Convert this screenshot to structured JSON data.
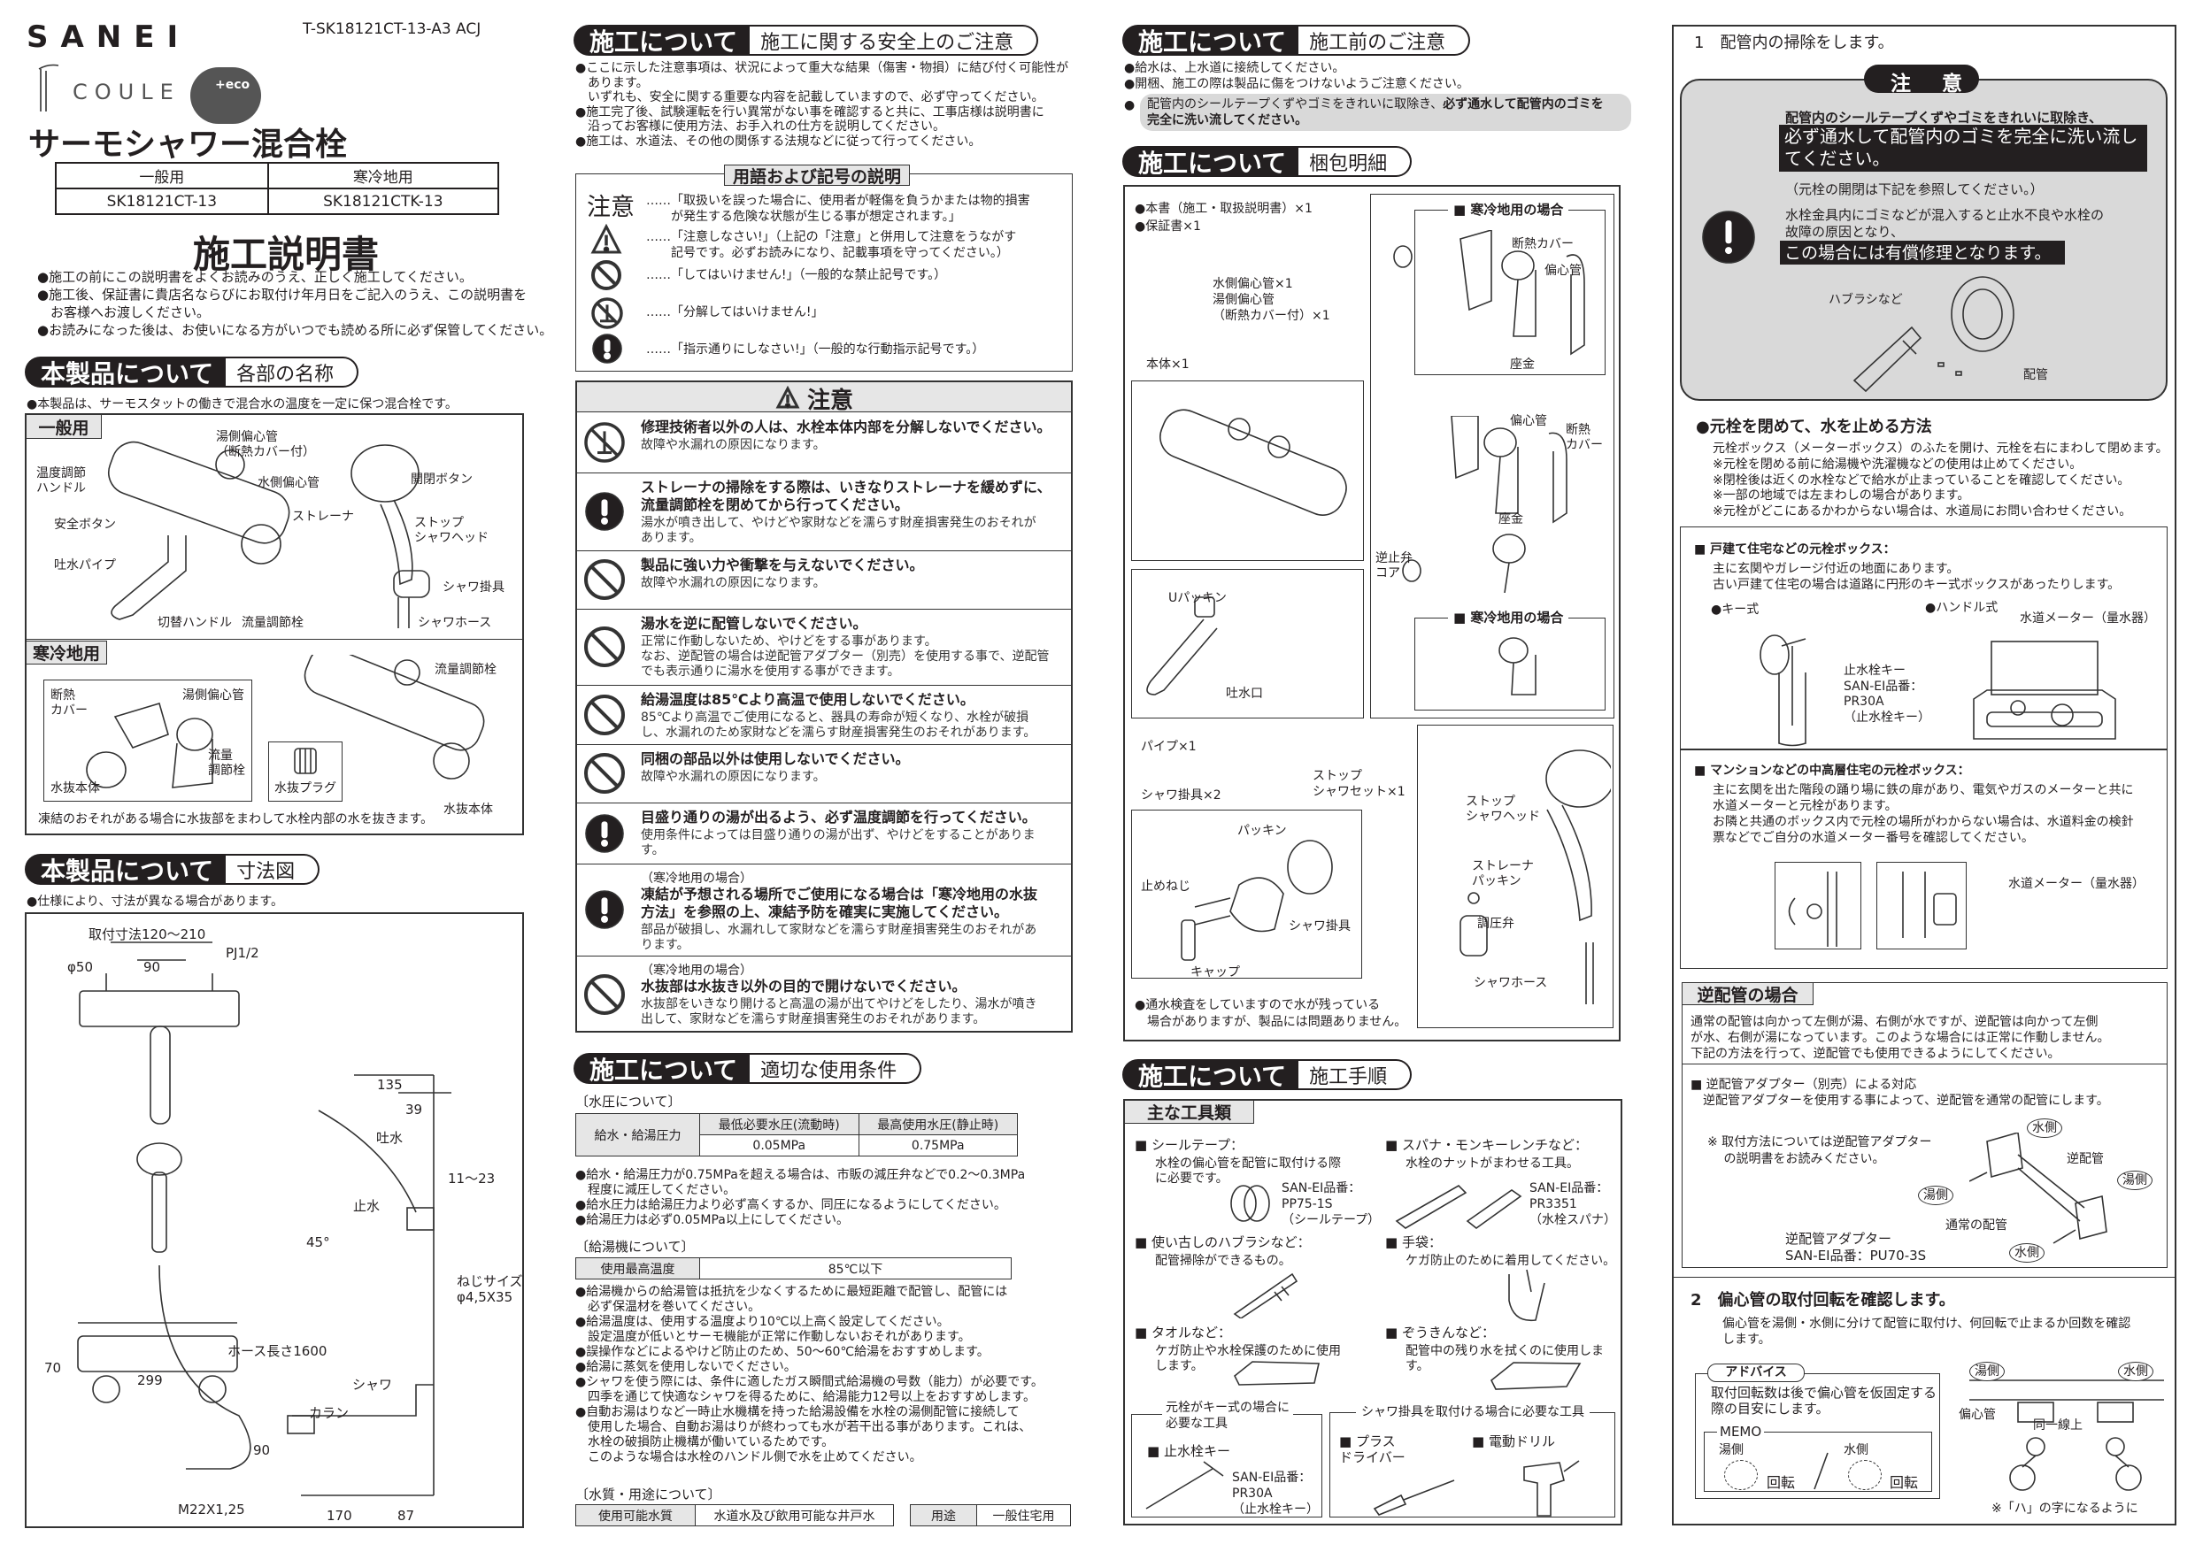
{
  "header": {
    "brand": "SANEI",
    "doc_code": "T-SK18121CT-13-A3 ACJ",
    "series_logo": "COULE",
    "eco_badge": "+eco",
    "product_title": "サーモシャワー混合栓",
    "doc_title": "施工説明書",
    "models": {
      "headers": [
        "一般用",
        "寒冷地用"
      ],
      "values": [
        "SK18121CT-13",
        "SK18121CTK-13"
      ]
    },
    "intro": [
      "●施工の前にこの説明書をよくお読みのうえ、正しく施工してください。",
      "●施工後、保証書に貴店名ならびにお取付け年月日をご記入のうえ、この説明書を",
      "　お客様へお渡しください。",
      "●お読みになった後は、お使いになる方がいつでも読める所に必ず保管してください。"
    ]
  },
  "parts": {
    "sec_k": "本製品について",
    "sec_v": "各部の名称",
    "note": "●本製品は、サーモスタットの働きで混合水の温度を一定に保つ混合栓です。",
    "general_tab": "一般用",
    "general_labels": [
      "湯側偏心管",
      "（断熱カバー付）",
      "温度調節",
      "ハンドル",
      "水側偏心管",
      "開閉ボタン",
      "安全ボタン",
      "ストレーナ",
      "ストップ",
      "シャワヘッド",
      "吐水パイプ",
      "シャワ掛具",
      "切替ハンドル",
      "流量調節栓",
      "シャワホース"
    ],
    "cold_tab": "寒冷地用",
    "cold_labels": [
      "断熱",
      "カバー",
      "湯側偏心管",
      "流量調節栓",
      "流量",
      "調節栓",
      "水抜本体",
      "水抜プラグ",
      "水抜本体"
    ],
    "cold_note": "凍結のおそれがある場合に水抜部をまわして水栓内部の水を抜きます。"
  },
  "dims": {
    "sec_k": "本製品について",
    "sec_v": "寸法図",
    "note": "●仕様により、寸法が異なる場合があります。",
    "labels": {
      "mount": "取付寸法120～210",
      "phi50": "φ50",
      "d90": "90",
      "pj": "PJ1/2",
      "d135": "135",
      "d39": "39",
      "spout": "吐水",
      "range": "11～23",
      "stop": "止水",
      "angle": "45°",
      "screw1": "ねじサイズ",
      "screw2": "φ4,5X35",
      "hose": "ホース長さ1600",
      "d70": "70",
      "d299": "299",
      "shower": "シャワ",
      "karan": "カラン",
      "d90v": "90",
      "thread": "M22X1,25",
      "d170": "170",
      "d87": "87"
    }
  },
  "safety": {
    "sec_k": "施工について",
    "sec_v": "施工に関する安全上のご注意",
    "intro": [
      "●ここに示した注意事項は、状況によって重大な結果（傷害・物損）に結び付く可能性が",
      "　あります。",
      "　いずれも、安全に関する重要な内容を記載していますので、必ず守ってください。",
      "●施工完了後、試験運転を行い異常がない事を確認すると共に、工事店様は説明書に",
      "　沿ってお客様に使用方法、お手入れの仕方を説明してください。",
      "●施工は、水道法、その他の関係する法規などに従って行ってください。"
    ],
    "legend_title": "用語および記号の説明",
    "legend_word": "注意",
    "legend": [
      [
        "……「取扱いを誤った場合に、使用者が軽傷を負うかまたは物的損害",
        "　　が発生する危険な状態が生じる事が想定されます。」"
      ],
      [
        "……「注意しなさい!」（上記の「注意」と併用して注意をうながす",
        "　　記号です。必ずお読みになり、記載事項を守ってください。）"
      ],
      [
        "……「してはいけません!」（一般的な禁止記号です。）"
      ],
      [
        "……「分解してはいけません!」"
      ],
      [
        "……「指示通りにしなさい!」（一般的な行動指示記号です。）"
      ]
    ],
    "caution_title": "注意",
    "items": [
      {
        "icon": "no-disassembly",
        "pre": "",
        "title": [
          "修理技術者以外の人は、水栓本体内部を分解しないでください。"
        ],
        "body": [
          "故障や水漏れの原因になります。"
        ]
      },
      {
        "icon": "mandatory",
        "pre": "",
        "title": [
          "ストレーナの掃除をする際は、いきなりストレーナを緩めずに、",
          "流量調節栓を閉めてから行ってください。"
        ],
        "body": [
          "湯水が噴き出して、やけどや家財などを濡らす財産損害発生のおそれが",
          "あります。"
        ]
      },
      {
        "icon": "prohibited",
        "pre": "",
        "title": [
          "製品に強い力や衝撃を与えないでください。"
        ],
        "body": [
          "故障や水漏れの原因になります。"
        ]
      },
      {
        "icon": "prohibited",
        "pre": "",
        "title": [
          "湯水を逆に配管しないでください。"
        ],
        "body": [
          "正常に作動しないため、やけどをする事があります。",
          "なお、逆配管の場合は逆配管アダプター（別売）を使用する事で、逆配管",
          "でも表示通りに湯水を使用する事ができます。"
        ]
      },
      {
        "icon": "prohibited",
        "pre": "",
        "title": [
          "給湯温度は85℃より高温で使用しないでください。"
        ],
        "body": [
          "85℃より高温でご使用になると、器具の寿命が短くなり、水栓が破損",
          "し、水漏れのため家財などを濡らす財産損害発生のおそれがあります。"
        ]
      },
      {
        "icon": "prohibited",
        "pre": "",
        "title": [
          "同梱の部品以外は使用しないでください。"
        ],
        "body": [
          "故障や水漏れの原因になります。"
        ]
      },
      {
        "icon": "mandatory",
        "pre": "",
        "title": [
          "目盛り通りの湯が出るよう、必ず温度調節を行ってください。"
        ],
        "body": [
          "使用条件によっては目盛り通りの湯が出ず、やけどをすることがありま",
          "す。"
        ]
      },
      {
        "icon": "mandatory",
        "pre": "（寒冷地用の場合）",
        "title": [
          "凍結が予想される場所でご使用になる場合は「寒冷地用の水抜",
          "方法」を参照の上、凍結予防を確実に実施してください。"
        ],
        "body": [
          "部品が破損し、水漏れして家財などを濡らす財産損害発生のおそれがあ",
          "ります。"
        ]
      },
      {
        "icon": "prohibited",
        "pre": "（寒冷地用の場合）",
        "title": [
          "水抜部は水抜き以外の目的で開けないでください。"
        ],
        "body": [
          "水抜部をいきなり開けると高温の湯が出てやけどをしたり、湯水が噴き",
          "出して、家財などを濡らす財産損害発生のおそれがあります。"
        ]
      }
    ]
  },
  "conditions": {
    "sec_k": "施工について",
    "sec_v": "適切な使用条件",
    "pressure_label": "〔水圧について〕",
    "pressure_row": "給水・給湯圧力",
    "pressure_cols": [
      "最低必要水圧(流動時)",
      "最高使用水圧(静止時)"
    ],
    "pressure_vals": [
      "0.05MPa",
      "0.75MPa"
    ],
    "pressure_notes": [
      "●給水・給湯圧力が0.75MPaを超える場合は、市販の減圧弁などで0.2～0.3MPa",
      "　程度に減圧してください。",
      "●給水圧力は給湯圧力より必ず高くするか、同圧になるようにしてください。",
      "●給湯圧力は必ず0.05MPa以上にしてください。"
    ],
    "heater_label": "〔給湯機について〕",
    "temp_label": "使用最高温度",
    "temp_value": "85℃以下",
    "heater_notes": [
      "●給湯機からの給湯管は抵抗を少なくするために最短距離で配管し、配管には",
      "　必ず保温材を巻いてください。",
      "●給湯温度は、使用する温度より10℃以上高く設定してください。",
      "　設定温度が低いとサーモ機能が正常に作動しないおそれがあります。",
      "●誤操作などによるやけど防止のため、50～60℃給湯をおすすめします。",
      "●給湯に蒸気を使用しないでください。",
      "●シャワを使う際には、条件に適したガス瞬間式給湯機の号数（能力）が必要です。",
      "　四季を通じて快適なシャワを得るために、給湯能力12号以上をおすすめします。",
      "●自動お湯はりなど一時止水機構を持った給湯設備を水栓の湯側配管に接続して",
      "　使用した場合、自動お湯はりが終わっても水が若干出る事があります。これは、",
      "　水栓の破損防止機構が働いているためです。",
      "　このような場合は水栓のハンドル側で水を止めてください。"
    ],
    "water_label": "〔水質・用途について〕",
    "quality_label": "使用可能水質",
    "quality_value": "水道水及び飲用可能な井戸水",
    "use_label": "用途",
    "use_value": "一般住宅用"
  },
  "before": {
    "sec_k": "施工について",
    "sec_v": "施工前のご注意",
    "notes": [
      "●給水は、上水道に接続してください。",
      "●開梱、施工の際は製品に傷をつけないようご注意ください。"
    ],
    "highlight_bullet": "●",
    "highlight": [
      "配管内のシールテープくずやゴミをきれいに取除き、",
      "必ず通水して配管内のゴミを",
      "完全に洗い流してください。"
    ]
  },
  "packing": {
    "sec_k": "施工について",
    "sec_v": "梱包明細",
    "docs": [
      "●本書（施工・取扱説明書）×1",
      "●保証書×1"
    ],
    "eccentric": [
      "水側偏心管×1",
      "湯側偏心管",
      "（断熱カバー付）×1"
    ],
    "cold_case": "■ 寒冷地用の場合",
    "insul_cover": "断熱カバー",
    "eccentric_pipe": "偏心管",
    "washer": "座金",
    "body": "本体×1",
    "insul1": "断熱",
    "insul2": "カバー",
    "check1": "逆止弁",
    "check2": "コア",
    "u_packing": "Uパッキン",
    "spout": "吐水口",
    "pipe": "パイプ×1",
    "hook_set": "シャワ掛具×2",
    "packing": "パッキン",
    "screw": "止めねじ",
    "hook": "シャワ掛具",
    "cap": "キャップ",
    "shower_set": [
      "ストップ",
      "シャワセット×1"
    ],
    "head": [
      "ストップ",
      "シャワヘッド"
    ],
    "strainer": [
      "ストレーナ",
      "パッキン"
    ],
    "regulator": "調圧弁",
    "hose": "シャワホース",
    "note": [
      "●通水検査をしていますので水が残っている",
      "　場合がありますが、製品には問題ありません。"
    ]
  },
  "procedure": {
    "sec_k": "施工について",
    "sec_v": "施工手順",
    "tools_tab": "主な工具類",
    "tools": [
      {
        "name": "■ シールテープ：",
        "desc": [
          "水栓の偏心管を配管に取付ける際",
          "に必要です。"
        ],
        "code": [
          "SAN-EI品番：",
          "PP75-1S",
          "（シールテープ）"
        ]
      },
      {
        "name": "■ スパナ・モンキーレンチなど：",
        "desc": [
          "水栓のナットがまわせる工具。"
        ],
        "code": [
          "SAN-EI品番：",
          "PR3351",
          "（水栓スパナ）"
        ]
      },
      {
        "name": "■ 使い古しのハブラシなど：",
        "desc": [
          "配管掃除ができるもの。"
        ]
      },
      {
        "name": "■ 手袋：",
        "desc": [
          "ケガ防止のために着用してください。"
        ]
      },
      {
        "name": "■ タオルなど：",
        "desc": [
          "ケガ防止や水栓保護のために使用",
          "します。"
        ]
      },
      {
        "name": "■ ぞうきんなど：",
        "desc": [
          "配管中の残り水を拭くのに使用しま",
          "す。"
        ]
      }
    ],
    "key_box": [
      "元栓がキー式の場合に",
      "必要な工具"
    ],
    "key_name": "■ 止水栓キー",
    "key_code": [
      "SAN-EI品番：",
      "PR30A",
      "（止水栓キー）"
    ],
    "hook_box": "シャワ掛具を取付ける場合に必要な工具",
    "driver": [
      "■ プラス",
      "ドライバー"
    ],
    "drill": "■ 電動ドリル"
  },
  "step1": {
    "title": "1　配管内の掃除をします。",
    "caution": "注　意",
    "line1": "配管内のシールテープくずやゴミをきれいに取除き、",
    "black1": [
      "必ず通水して配管内のゴミを完全に洗い流し",
      "てください。"
    ],
    "ref": "（元栓の開閉は下記を参照してください。）",
    "line2": [
      "水栓金具内にゴミなどが混入すると止水不良や水栓の",
      "故障の原因となり、"
    ],
    "black2": "この場合には有償修理となります。",
    "brush": "ハブラシなど",
    "pipe": "配管",
    "valve_title": "●元栓を閉めて、水を止める方法",
    "valve_desc": "元栓ボックス（メーターボックス）のふたを開け、元栓を右にまわして閉めます。",
    "valve_notes": [
      "※元栓を閉める前に給湯機や洗濯機などの使用は止めてください。",
      "※閉栓後は近くの水栓などで給水が止まっていることを確認してください。",
      "※一部の地域では左まわしの場合があります。",
      "※元栓がどこにあるかわからない場合は、水道局にお問い合わせください。"
    ],
    "house_title": "■ 戸建て住宅などの元栓ボックス：",
    "house_desc": [
      "主に玄関やガレージ付近の地面にあります。",
      "古い戸建て住宅の場合は道路に円形のキー式ボックスがあったりします。"
    ],
    "key_type": "●キー式",
    "handle_type": "●ハンドル式",
    "meter": "水道メーター（量水器）",
    "key_label": [
      "止水栓キー",
      "SAN-EI品番：",
      "PR30A",
      "（止水栓キー）"
    ],
    "apt_title": "■ マンションなどの中高層住宅の元栓ボックス：",
    "apt_desc": [
      "主に玄関を出た階段の踊り場に鉄の扉があり、電気やガスのメーターと共に",
      "水道メーターと元栓があります。",
      "お隣と共通のボックス内で元栓の場所がわからない場合は、水道料金の検針",
      "票などでご自分の水道メーター番号を確認してください。"
    ]
  },
  "reverse": {
    "tab": "逆配管の場合",
    "desc": [
      "通常の配管は向かって左側が湯、右側が水ですが、逆配管は向かって左側",
      "が水、右側が湯になっています。このような場合には正常に作動しません。",
      "下記の方法を行って、逆配管でも使用できるようにしてください。"
    ],
    "adapter_title": [
      "■ 逆配管アダプター（別売）による対応",
      "　逆配管アダプターを使用する事によって、逆配管を通常の配管にします。"
    ],
    "note": [
      "※ 取付方法については逆配管アダプター",
      "　 の説明書をお読みください。"
    ],
    "cold": "水側",
    "hot": "湯側",
    "reverse_pipe": "逆配管",
    "normal_pipe": "通常の配管",
    "adapter": [
      "逆配管アダプター",
      "SAN-EI品番：PU70-3S"
    ]
  },
  "step2": {
    "title": "2　偏心管の取付回転を確認します。",
    "desc": [
      "偏心管を湯側・水側に分けて配管に取付け、何回転で止まるか回数を確認",
      "します。"
    ],
    "advice": "アドバイス",
    "advice_text": [
      "取付回転数は後で偏心管を仮固定する",
      "際の目安にします。"
    ],
    "memo": "MEMO",
    "hot": "湯側",
    "cold": "水側",
    "turns": "回転",
    "eccentric": "偏心管",
    "same_line": "同一線上",
    "hachi": "※「ハ」の字になるように"
  }
}
